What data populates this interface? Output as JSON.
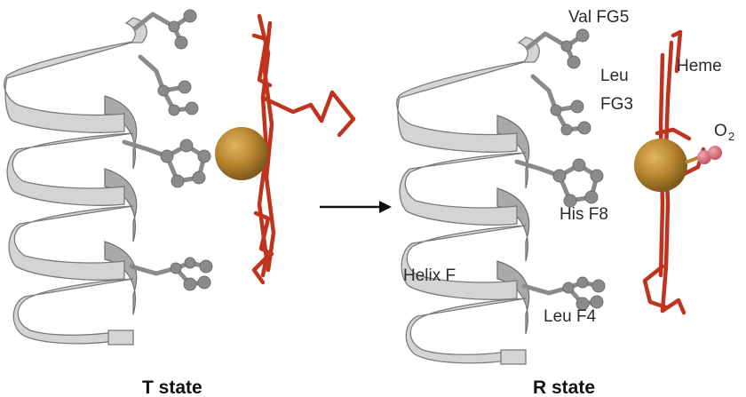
{
  "panels": [
    {
      "caption": "T state",
      "labels": []
    },
    {
      "caption": "R state",
      "labels": [
        "Val FG5",
        "Leu",
        "FG3",
        "Heme",
        "O",
        "2",
        "His F8",
        "Helix F",
        "Leu F4"
      ]
    }
  ],
  "colors": {
    "heme": "#c0331f",
    "iron": "#b8862f",
    "oxygen": "#d9707e",
    "helix": "#d4d4d6",
    "side_chains": "#8a8a8c",
    "arrow": "#111111"
  },
  "icons": [
    "right-arrow-icon"
  ]
}
